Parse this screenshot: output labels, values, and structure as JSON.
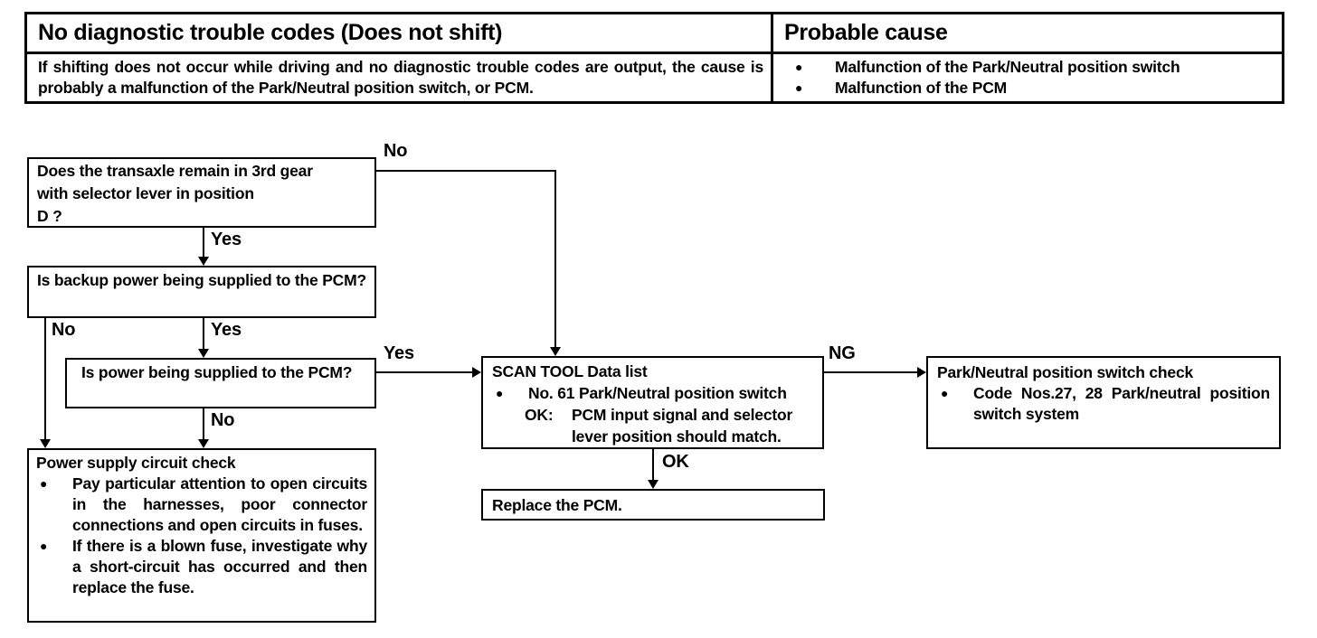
{
  "icons": {
    "bullet": "●"
  },
  "table": {
    "columns": [
      {
        "header": "No diagnostic trouble codes (Does not shift)",
        "body": "If shifting does not occur while driving and no diagnostic trouble codes are output, the cause is probably a malfunction of the Park/Neutral position switch, or PCM."
      },
      {
        "header": "Probable cause",
        "bullets": [
          "Malfunction of the Park/Neutral position switch",
          "Malfunction of the PCM"
        ]
      }
    ]
  },
  "flowchart": {
    "boxes": {
      "q_transaxle": "Does the transaxle remain in 3rd gear\nwith   selector   lever   in   position\nD ?",
      "q_backup_power": "Is backup power being supplied to the PCM?",
      "q_power": "Is power being supplied to the PCM?",
      "power_supply_check": {
        "title": "Power supply circuit check",
        "bullets": [
          "Pay particular attention to open circuits in the harnesses, poor connector connections and open circuits in fuses.",
          "If there is a blown fuse, investigate why a short-circuit has occurred and then replace the fuse."
        ]
      },
      "scan_tool": {
        "title": "SCAN TOOL Data list",
        "bullet": "No. 61 Park/Neutral position switch",
        "ok_prefix": "OK:",
        "ok_text": "PCM input signal and selector lever position should match."
      },
      "pn_switch_check": {
        "title": "Park/Neutral position switch check",
        "bullet": "Code Nos.27, 28 Park/neutral position switch system"
      },
      "replace_pcm": "Replace the PCM."
    },
    "edge_labels": {
      "q1_no": "No",
      "q1_yes": "Yes",
      "q2_no": "No",
      "q2_yes": "Yes",
      "q3_yes": "Yes",
      "q3_no": "No",
      "scan_ng": "NG",
      "scan_ok": "OK"
    }
  }
}
